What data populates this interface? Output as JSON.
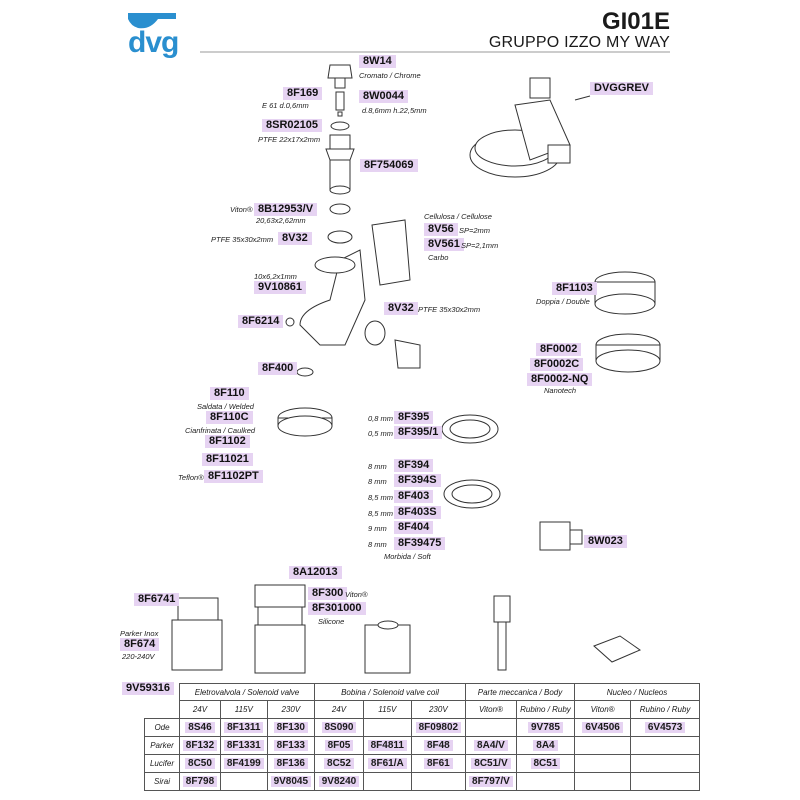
{
  "header": {
    "brand": "dvg",
    "code": "GI01E",
    "title": "GRUPPO IZZO MY WAY"
  },
  "parts": [
    {
      "code": "8W14",
      "note": "Cromato / Chrome"
    },
    {
      "code": "8F169",
      "note": "E 61 d.0,6mm"
    },
    {
      "code": "8W0044",
      "note": "d.8,6mm h.22,5mm"
    },
    {
      "code": "8SR02105",
      "note": "PTFE 22x17x2mm"
    },
    {
      "code": "8F754069",
      "note": ""
    },
    {
      "code": "DVGGREV",
      "note": ""
    },
    {
      "code": "8B12953/V",
      "note_pre": "Viton®",
      "note": "20,63x2,62mm"
    },
    {
      "code": "8V32",
      "note_pre": "PTFE 35x30x2mm",
      "note": ""
    },
    {
      "code": "8V56",
      "note_pre": "Cellulosa / Cellulose",
      "note": "SP=2mm"
    },
    {
      "code": "8V561",
      "note": "SP=2,1mm",
      "note_post": "Carbo"
    },
    {
      "code": "9V10861",
      "note_pre": "10x6,2x1mm",
      "note": ""
    },
    {
      "code": "8F6214",
      "note": ""
    },
    {
      "code": "8V32",
      "note": "PTFE 35x30x2mm"
    },
    {
      "code": "8F1103",
      "note": "Doppia / Double"
    },
    {
      "code": "8F0002",
      "note": ""
    },
    {
      "code": "8F0002C",
      "note": ""
    },
    {
      "code": "8F0002-NQ",
      "note": "Nanotech"
    },
    {
      "code": "8F400",
      "note": ""
    },
    {
      "code": "8F110",
      "note": "Saldata / Welded"
    },
    {
      "code": "8F110C",
      "note": "Cianfrinata / Caulked"
    },
    {
      "code": "8F1102",
      "note": ""
    },
    {
      "code": "8F11021",
      "note": ""
    },
    {
      "code": "8F1102PT",
      "note_pre": "Teflon®",
      "note": ""
    },
    {
      "code": "8F395",
      "note_pre": "0,8 mm",
      "note": ""
    },
    {
      "code": "8F395/1",
      "note_pre": "0,5 mm",
      "note": ""
    },
    {
      "code": "8F394",
      "note_pre": "8 mm",
      "note": ""
    },
    {
      "code": "8F394S",
      "note_pre": "8 mm",
      "note": ""
    },
    {
      "code": "8F403",
      "note_pre": "8,5 mm",
      "note": ""
    },
    {
      "code": "8F403S",
      "note_pre": "8,5 mm",
      "note": ""
    },
    {
      "code": "8F404",
      "note_pre": "9 mm",
      "note": ""
    },
    {
      "code": "8F39475",
      "note_pre": "8 mm",
      "note": "Morbida / Soft"
    },
    {
      "code": "8W023",
      "note": ""
    },
    {
      "code": "8A12013",
      "note": ""
    },
    {
      "code": "8F6741",
      "note": ""
    },
    {
      "code": "8F300",
      "note": "Viton®"
    },
    {
      "code": "8F301000",
      "note": "Silicone"
    },
    {
      "code": "8F674",
      "note_pre": "Parker Inox",
      "note": "220-240V"
    },
    {
      "code": "9V59316",
      "note": ""
    }
  ],
  "table": {
    "groups": [
      "Eletrovalvola / Solenoid valve",
      "Bobina / Solenoid valve coil",
      "Parte meccanica / Body",
      "Nucleo / Nucleos"
    ],
    "subheaders": [
      "24V",
      "115V",
      "230V",
      "24V",
      "115V",
      "230V",
      "Viton®",
      "Rubino / Ruby",
      "Viton®",
      "Rubino / Ruby"
    ],
    "rows": [
      {
        "label": "Ode",
        "cells": [
          "8S46",
          "8F1311",
          "8F130",
          "8S090",
          "",
          "8F09802",
          "",
          "9V785",
          "6V4506",
          "6V4573"
        ]
      },
      {
        "label": "Parker",
        "cells": [
          "8F132",
          "8F1331",
          "8F133",
          "8F05",
          "8F4811",
          "8F48",
          "8A4/V",
          "8A4",
          "",
          ""
        ]
      },
      {
        "label": "Lucifer",
        "cells": [
          "8C50",
          "8F4199",
          "8F136",
          "8C52",
          "8F61/A",
          "8F61",
          "8C51/V",
          "8C51",
          "",
          ""
        ]
      },
      {
        "label": "Sirai",
        "cells": [
          "8F798",
          "",
          "9V8045",
          "9V8240",
          "",
          "",
          "8F797/V",
          "",
          "",
          ""
        ]
      }
    ]
  }
}
